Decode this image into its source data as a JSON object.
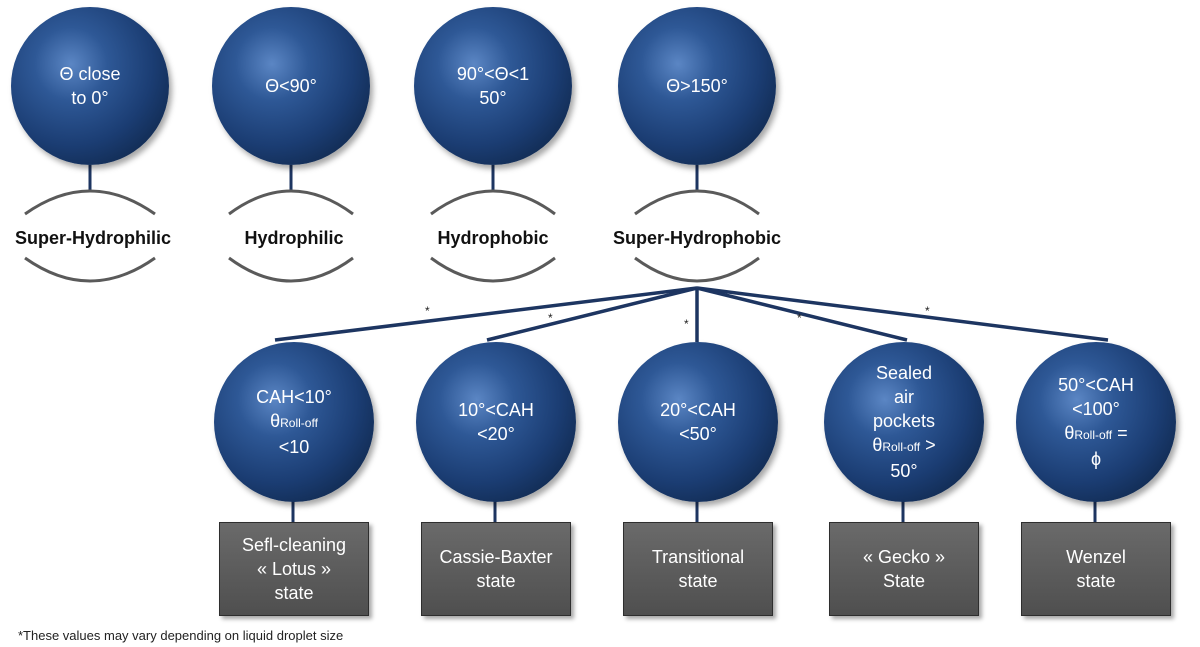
{
  "categories": [
    {
      "lines": [
        "Θ close",
        "to 0°"
      ],
      "label": "Super-Hydrophilic"
    },
    {
      "lines": [
        "Θ<90°"
      ],
      "label": "Hydrophilic"
    },
    {
      "lines": [
        "90°<Θ<1",
        "50°"
      ],
      "label": "Hydrophobic"
    },
    {
      "lines": [
        "Θ>150°"
      ],
      "label": "Super-Hydrophobic"
    }
  ],
  "states": [
    {
      "line1": "CAH<10°",
      "theta": "θ",
      "sub": "Roll-off",
      "line3": "<10",
      "box": [
        "Sefl-cleaning",
        "« Lotus »",
        "state"
      ]
    },
    {
      "line1": "10°<CAH",
      "line2": "<20°",
      "box": [
        "Cassie-Baxter",
        "state"
      ]
    },
    {
      "line1": "20°<CAH",
      "line2": "<50°",
      "box": [
        "Transitional",
        "state"
      ]
    },
    {
      "line1": "Sealed",
      "line2": "air",
      "line3": "pockets",
      "theta": "θ",
      "sub": "Roll-off",
      "after": " >",
      "line5": "50°",
      "box": [
        "« Gecko »",
        "State"
      ]
    },
    {
      "line1": "50°<CAH",
      "line2": "<100°",
      "theta": "θ",
      "sub": "Roll-off",
      "after": " =",
      "line5": "ϕ",
      "box": [
        "Wenzel",
        "state"
      ]
    }
  ],
  "asterisk": "*",
  "footnote": "*These values may vary depending on liquid droplet size"
}
